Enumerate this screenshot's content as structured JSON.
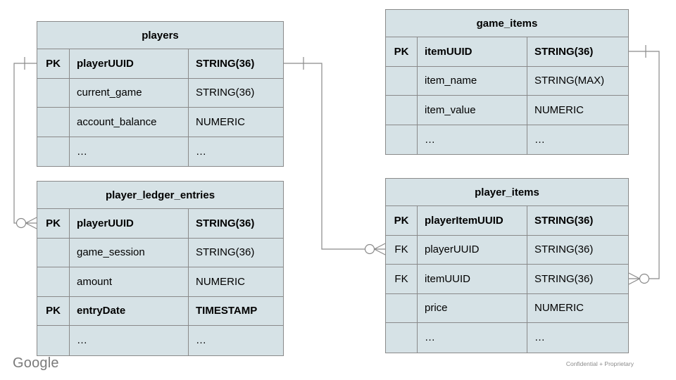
{
  "slide": {
    "brand": "Google",
    "footer_note": "Confidential + Proprietary"
  },
  "colors": {
    "table_fill": "#d6e2e6",
    "border": "#8a8a8a",
    "connector": "#8a8a8a",
    "text": "#000000",
    "brand_text": "#7b7b7b",
    "footer_text": "#8c8c8c",
    "background": "#ffffff"
  },
  "tables": {
    "players": {
      "title": "players",
      "rows": [
        {
          "key": "PK",
          "name": "playerUUID",
          "type": "STRING(36)"
        },
        {
          "key": "",
          "name": "current_game",
          "type": "STRING(36)"
        },
        {
          "key": "",
          "name": "account_balance",
          "type": "NUMERIC"
        },
        {
          "key": "",
          "name": "…",
          "type": "…"
        }
      ]
    },
    "game_items": {
      "title": "game_items",
      "rows": [
        {
          "key": "PK",
          "name": "itemUUID",
          "type": "STRING(36)"
        },
        {
          "key": "",
          "name": "item_name",
          "type": "STRING(MAX)"
        },
        {
          "key": "",
          "name": "item_value",
          "type": "NUMERIC"
        },
        {
          "key": "",
          "name": "…",
          "type": "…"
        }
      ]
    },
    "player_ledger_entries": {
      "title": "player_ledger_entries",
      "rows": [
        {
          "key": "PK",
          "name": "playerUUID",
          "type": "STRING(36)"
        },
        {
          "key": "",
          "name": "game_session",
          "type": "STRING(36)"
        },
        {
          "key": "",
          "name": "amount",
          "type": "NUMERIC"
        },
        {
          "key": "PK",
          "name": "entryDate",
          "type": "TIMESTAMP"
        },
        {
          "key": "",
          "name": "…",
          "type": "…"
        }
      ]
    },
    "player_items": {
      "title": "player_items",
      "rows": [
        {
          "key": "PK",
          "name": "playerItemUUID",
          "type": "STRING(36)"
        },
        {
          "key": "FK",
          "name": "playerUUID",
          "type": "STRING(36)"
        },
        {
          "key": "FK",
          "name": "itemUUID",
          "type": "STRING(36)"
        },
        {
          "key": "",
          "name": "price",
          "type": "NUMERIC"
        },
        {
          "key": "",
          "name": "…",
          "type": "…"
        }
      ]
    }
  },
  "relationships": [
    {
      "from_table": "players",
      "from_field": "playerUUID",
      "from_cardinality": "one",
      "to_table": "player_ledger_entries",
      "to_field": "playerUUID",
      "to_cardinality": "zero-or-many"
    },
    {
      "from_table": "players",
      "from_field": "playerUUID",
      "from_cardinality": "one",
      "to_table": "player_items",
      "to_field": "playerUUID",
      "to_cardinality": "zero-or-many"
    },
    {
      "from_table": "game_items",
      "from_field": "itemUUID",
      "from_cardinality": "one",
      "to_table": "player_items",
      "to_field": "itemUUID",
      "to_cardinality": "zero-or-many"
    }
  ]
}
